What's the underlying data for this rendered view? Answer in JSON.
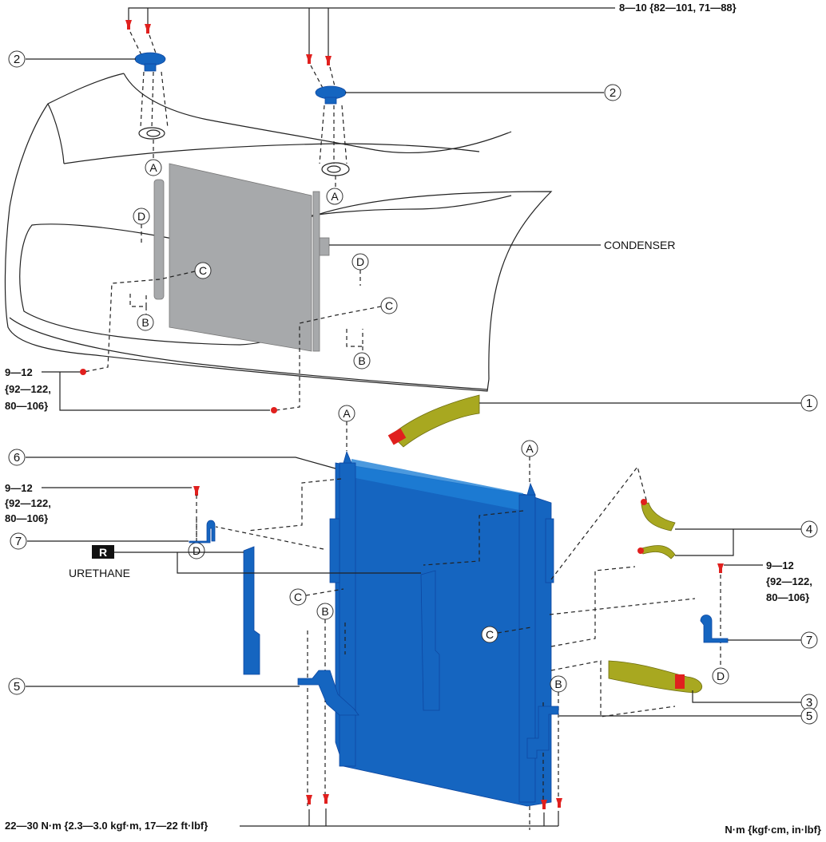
{
  "diagram": {
    "title": "Condenser and radiator exploded view",
    "unit_note": "N·m {kgf·cm, in·lbf}",
    "torque_specs": {
      "top_bolts": "8—10 {82—101, 71—88}",
      "condenser_bolts": [
        "9—12",
        "{92—122,",
        "80—106}"
      ],
      "left_bracket_bolt": [
        "9—12",
        "{92—122,",
        "80—106}"
      ],
      "right_bracket_bolt": [
        "9—12",
        "{92—122,",
        "80—106}"
      ],
      "bottom_bolts": "22—30 N·m {2.3—3.0 kgf·m, 17—22 ft·lbf}"
    },
    "labels": {
      "condenser": "CONDENSER",
      "urethane": "URETHANE",
      "replace_badge": "R"
    },
    "callouts": {
      "n1": "1",
      "n2a": "2",
      "n2b": "2",
      "n3": "3",
      "n4": "4",
      "n5a": "5",
      "n5b": "5",
      "n6": "6",
      "n7a": "7",
      "n7b": "7"
    },
    "letters": {
      "A1": "A",
      "A2": "A",
      "A3": "A",
      "A4": "A",
      "B1": "B",
      "B2": "B",
      "B3": "B",
      "B4": "B",
      "C1": "C",
      "C2": "C",
      "C3": "C",
      "C4": "C",
      "D1": "D",
      "D2": "D",
      "D3": "D",
      "D4": "D"
    },
    "colors": {
      "part_blue": "#1565c0",
      "hose_olive": "#a8a820",
      "bolt_red": "#e0201e",
      "condenser_grey": "#a7a9ab"
    }
  }
}
